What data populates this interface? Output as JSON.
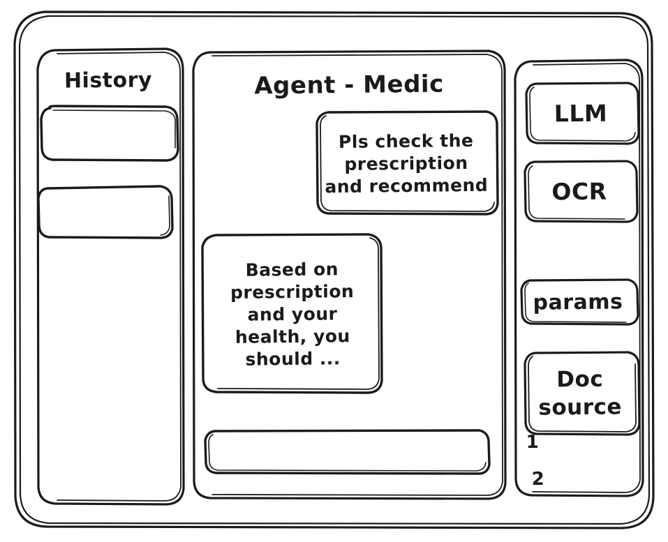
{
  "window": {
    "style": "hand-drawn-wireframe",
    "ink_color": "#1a1a1a",
    "background_color": "#ffffff"
  },
  "sidebar_left": {
    "title": "History",
    "items": [
      {
        "label": "",
        "name": "history-item-1"
      },
      {
        "label": "",
        "name": "history-item-2"
      }
    ]
  },
  "main": {
    "title": "Agent - Medic",
    "messages": [
      {
        "role": "user",
        "align": "right",
        "text": "Pls check the prescription and recommend"
      },
      {
        "role": "agent",
        "align": "left",
        "text": "Based on prescription and your health, you should ..."
      }
    ],
    "composer": {
      "value": "",
      "placeholder": ""
    }
  },
  "sidebar_right": {
    "cards": [
      {
        "label": "LLM",
        "name": "tool-card-llm"
      },
      {
        "label": "OCR",
        "name": "tool-card-ocr"
      },
      {
        "label": "params",
        "name": "tool-card-params"
      },
      {
        "label": "Doc source",
        "name": "tool-card-doc-source"
      }
    ],
    "doc_source_refs": [
      "1",
      "2"
    ]
  }
}
